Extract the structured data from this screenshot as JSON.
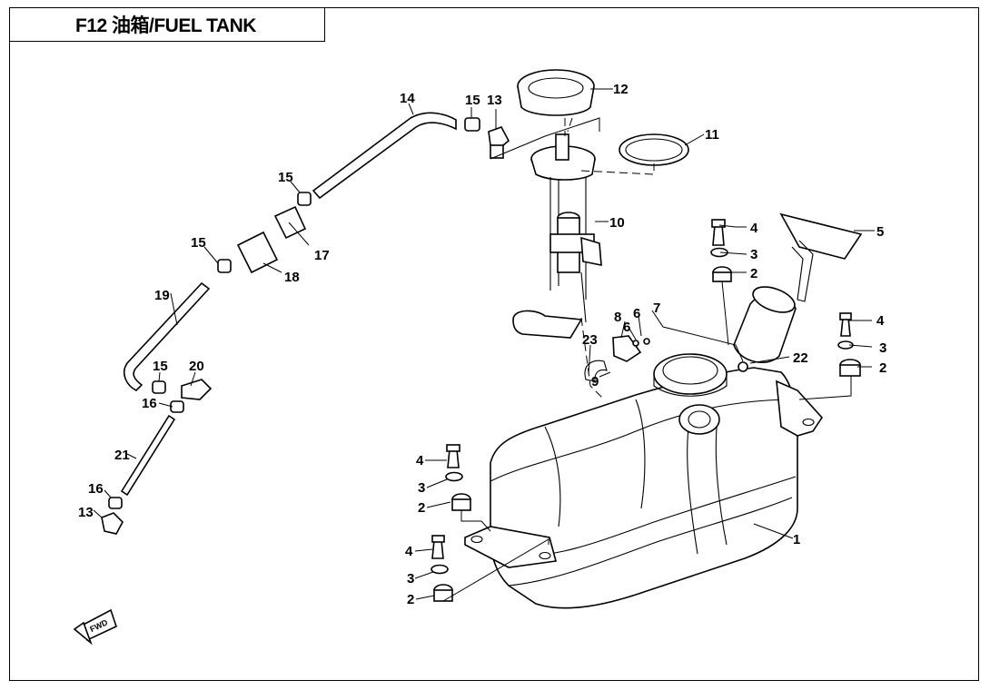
{
  "title": "F12 油箱/FUEL TANK",
  "direction_mark": "FWD",
  "callouts": [
    {
      "label": "1"
    },
    {
      "label": "2"
    },
    {
      "label": "2"
    },
    {
      "label": "2"
    },
    {
      "label": "2"
    },
    {
      "label": "3"
    },
    {
      "label": "3"
    },
    {
      "label": "3"
    },
    {
      "label": "3"
    },
    {
      "label": "4"
    },
    {
      "label": "4"
    },
    {
      "label": "4"
    },
    {
      "label": "4"
    },
    {
      "label": "5"
    },
    {
      "label": "6"
    },
    {
      "label": "6"
    },
    {
      "label": "7"
    },
    {
      "label": "8"
    },
    {
      "label": "9"
    },
    {
      "label": "10"
    },
    {
      "label": "11"
    },
    {
      "label": "12"
    },
    {
      "label": "13"
    },
    {
      "label": "13"
    },
    {
      "label": "14"
    },
    {
      "label": "15"
    },
    {
      "label": "15"
    },
    {
      "label": "15"
    },
    {
      "label": "15"
    },
    {
      "label": "16"
    },
    {
      "label": "16"
    },
    {
      "label": "17"
    },
    {
      "label": "18"
    },
    {
      "label": "19"
    },
    {
      "label": "20"
    },
    {
      "label": "21"
    },
    {
      "label": "22"
    },
    {
      "label": "23"
    }
  ]
}
